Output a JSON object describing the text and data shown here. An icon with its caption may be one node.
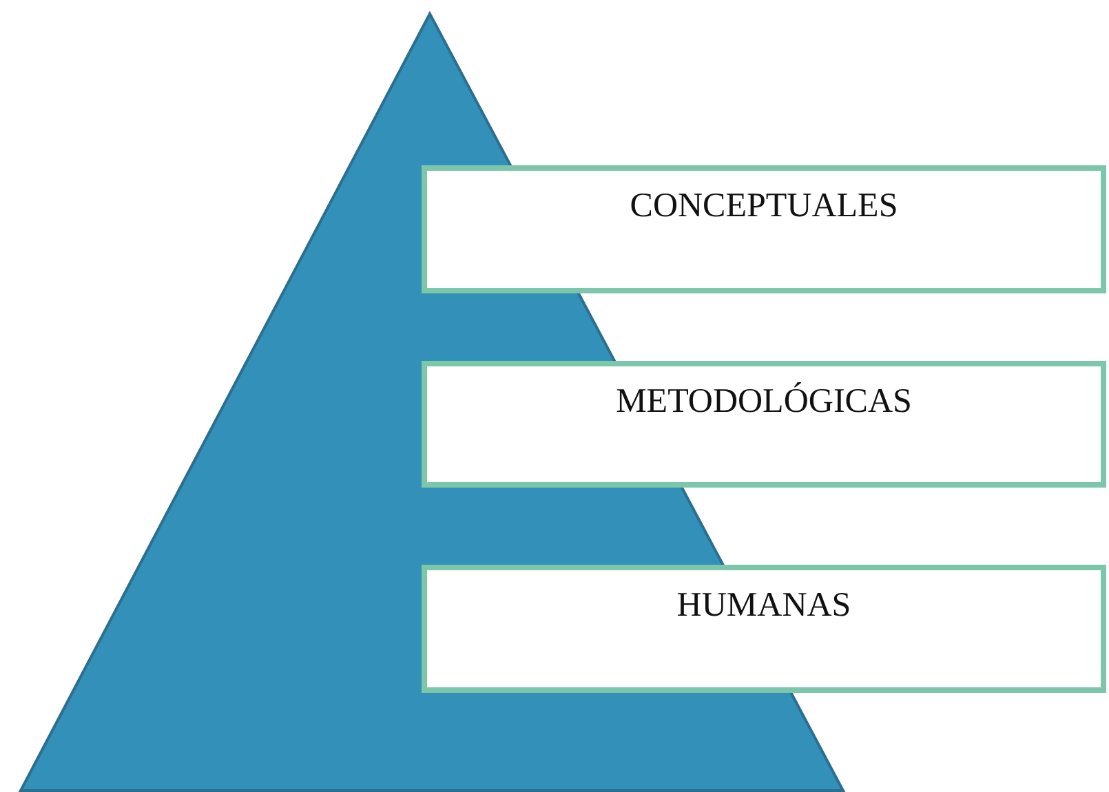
{
  "diagram": {
    "nodes": [
      {
        "text": [
          "CONCEPTUALES"
        ]
      },
      {
        "text": [
          "METODOLÓGICAS"
        ]
      },
      {
        "text": [
          "HUMANAS"
        ]
      }
    ]
  }
}
